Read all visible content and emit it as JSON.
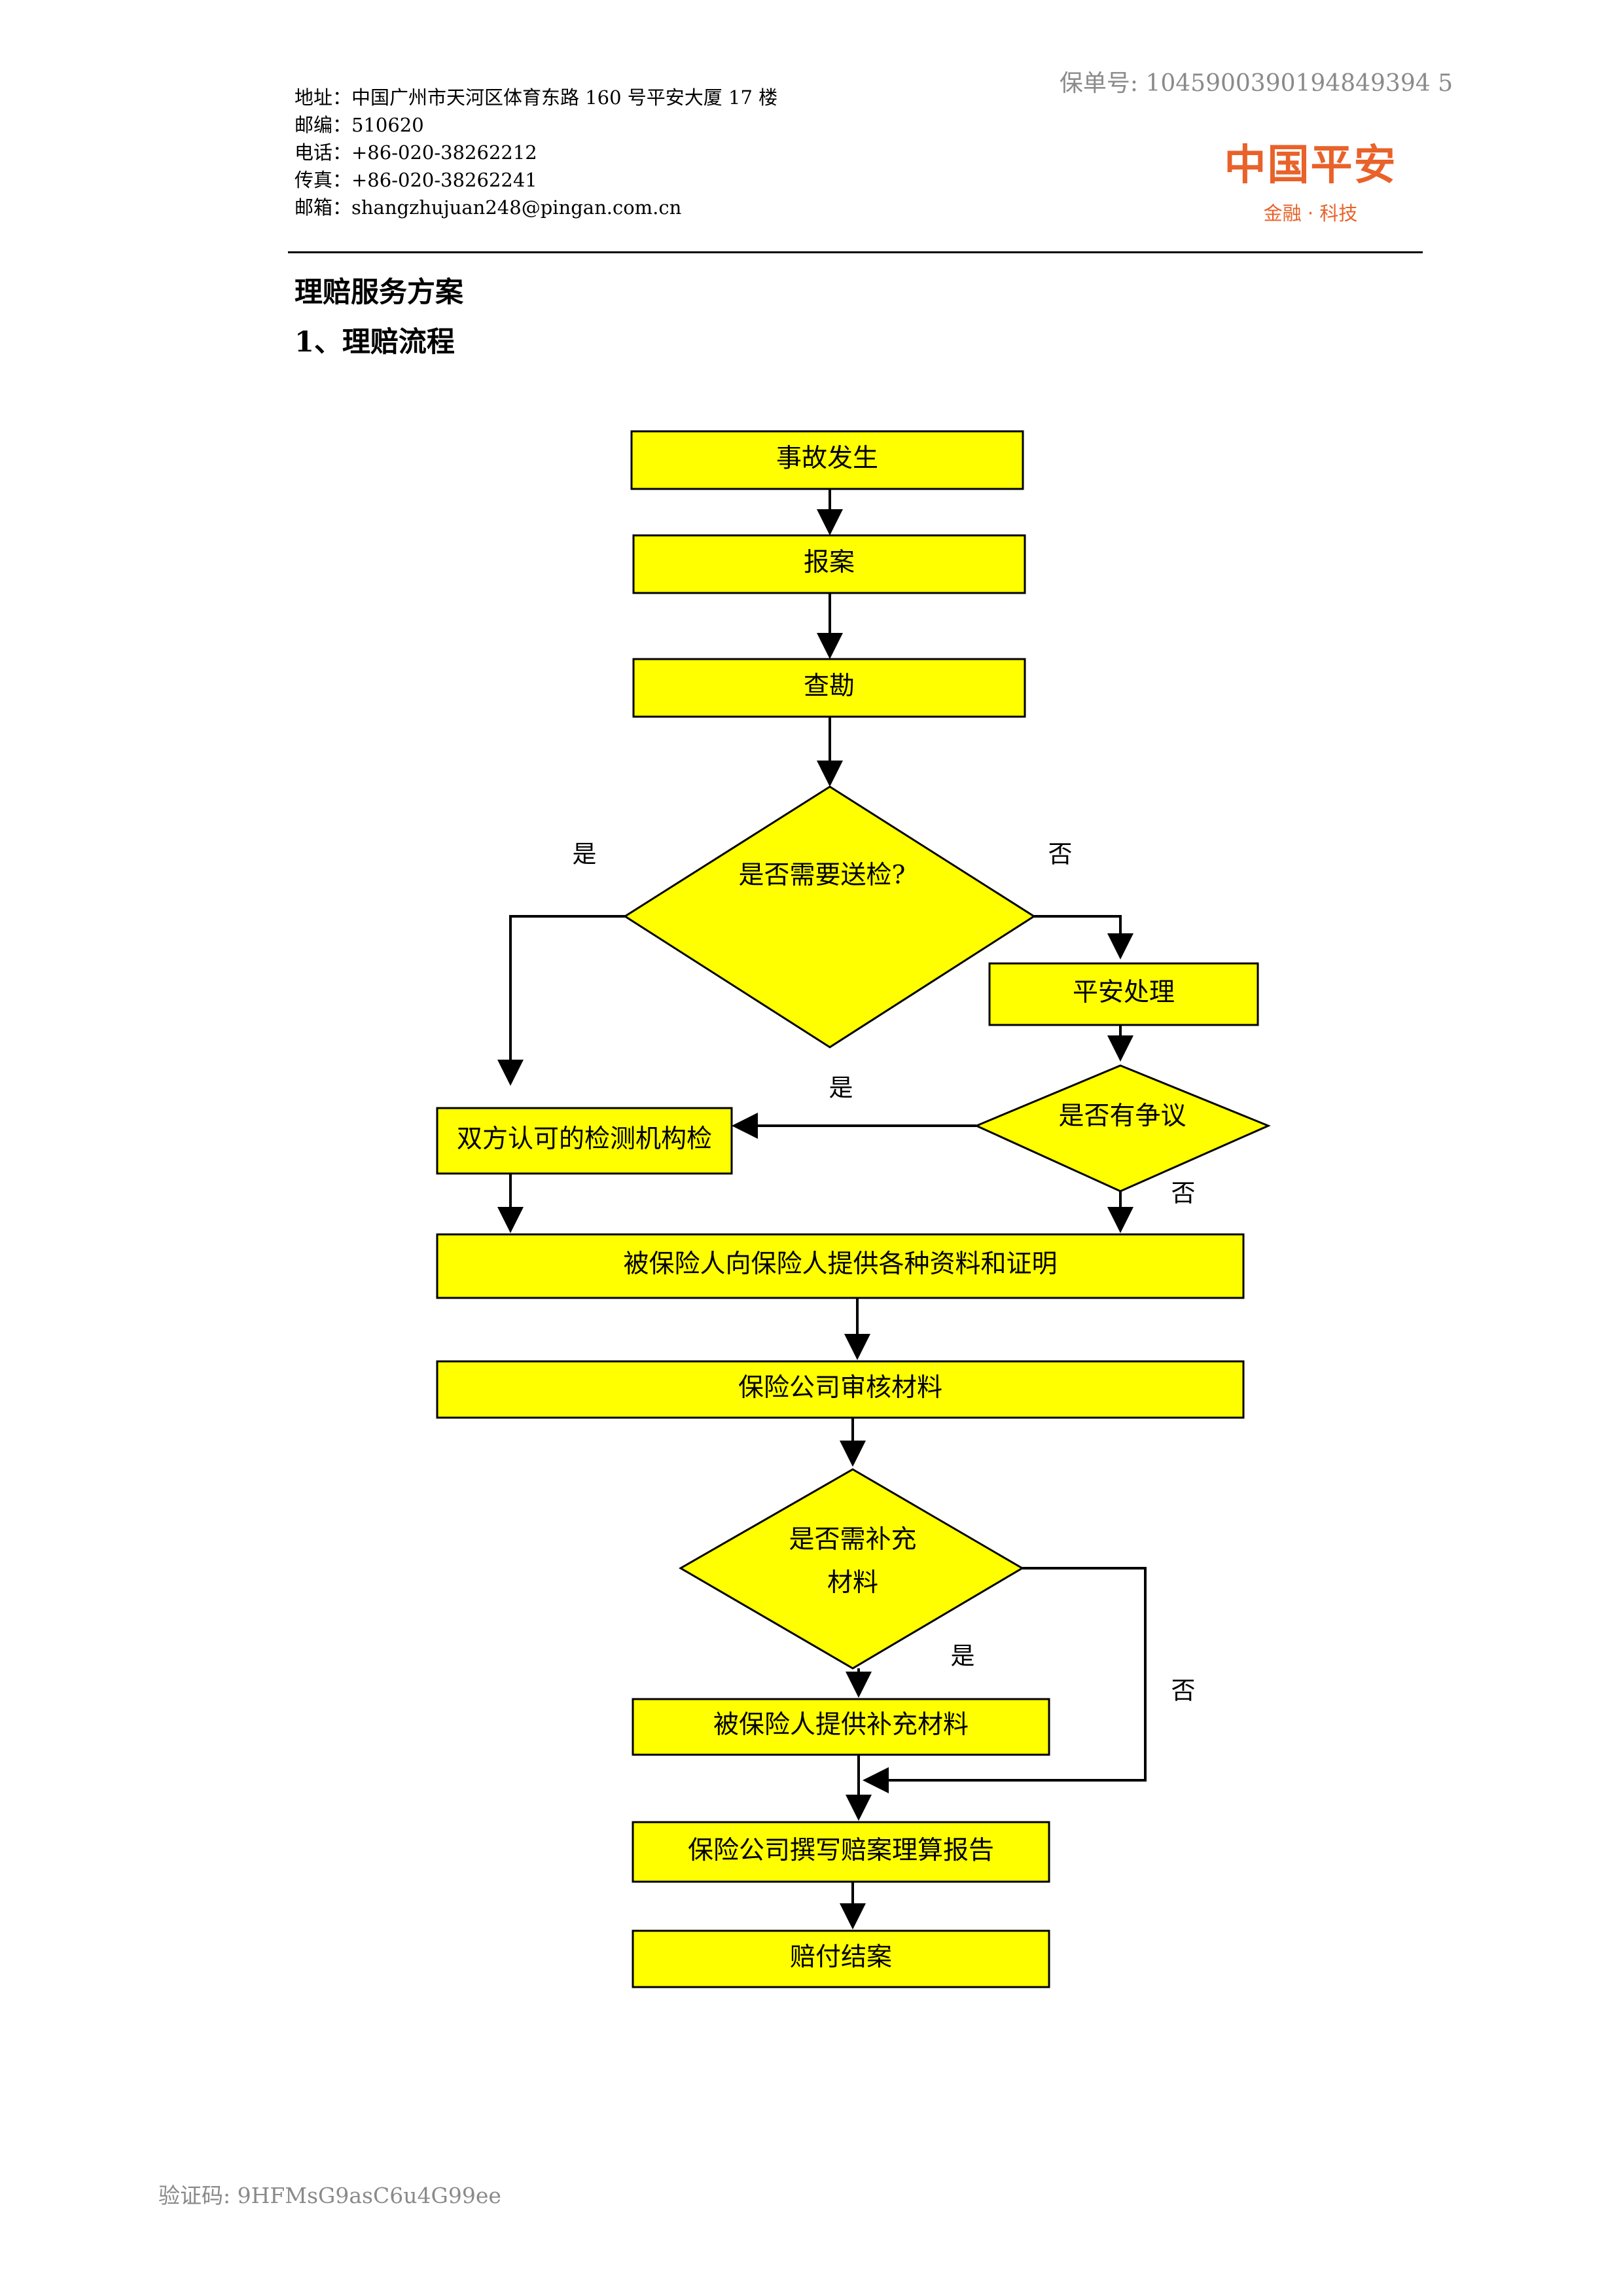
{
  "header": {
    "policy_number": "保单号: 1045900390194849394 5",
    "contact": {
      "address": "地址：中国广州市天河区体育东路 160 号平安大厦 17 楼",
      "postcode": "邮编：510620",
      "phone": "电话：+86-020-38262212",
      "fax": "传真：+86-020-38262241",
      "email": "邮箱：shangzhujuan248@pingan.com.cn"
    },
    "logo": {
      "name": "中国平安",
      "tagline": "金融 · 科技",
      "color": "#e8622a"
    }
  },
  "document": {
    "title": "理赔服务方案",
    "section": "1、理赔流程"
  },
  "flowchart": {
    "fill_color": "#ffff00",
    "nodes": {
      "accident": "事故发生",
      "report": "报案",
      "survey": "查勘",
      "need_inspection": "是否需要送检?",
      "pingan_handle": "平安处理",
      "dispute": "是否有争议",
      "lab_inspection": "双方认可的检测机构检",
      "provide_docs": "被保险人向保险人提供各种资料和证明",
      "review": "保险公司审核材料",
      "need_more_line1": "是否需补充",
      "need_more_line2": "材料",
      "supplement": "被保险人提供补充材料",
      "adjust_report": "保险公司撰写赔案理算报告",
      "close": "赔付结案"
    },
    "labels": {
      "inspection_yes": "是",
      "inspection_no": "否",
      "dispute_yes": "是",
      "dispute_no": "否",
      "more_yes": "是",
      "more_no": "否"
    }
  },
  "footer": {
    "verification_code": "验证码: 9HFMsG9asC6u4G99ee"
  }
}
